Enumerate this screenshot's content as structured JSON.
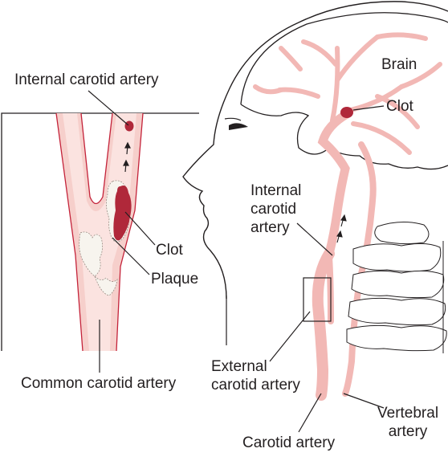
{
  "labels": {
    "internal_carotid_inset": "Internal carotid artery",
    "clot_inset": "Clot",
    "plaque": "Plaque",
    "common_carotid": "Common carotid artery",
    "brain": "Brain",
    "clot_brain": "Clot",
    "internal_carotid_head": [
      "Internal",
      "carotid",
      "artery"
    ],
    "external_carotid": [
      "External",
      "carotid artery"
    ],
    "carotid_artery": "Carotid artery",
    "vertebral_artery": [
      "Vertebral",
      "artery"
    ]
  },
  "colors": {
    "line": "#231f20",
    "artery": "#f2b8b5",
    "artery_light": "#f8d9d6",
    "clot": "#b0283a",
    "plaque": "#f7f4ee",
    "outline_red": "#c4233a"
  }
}
